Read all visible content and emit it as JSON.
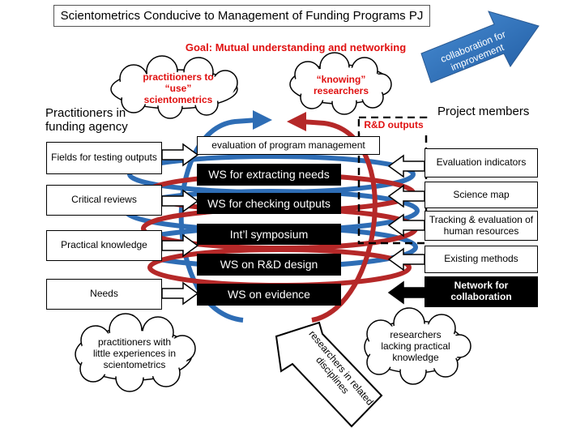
{
  "title": "Scientometrics Conducive to Management of Funding Programs PJ",
  "goal": "Goal: Mutual understanding and networking",
  "collab_arrow": "collaboration for improvement",
  "clouds": {
    "practitioners_use": "practitioners to “use” scientometrics",
    "knowing_researchers": "“knowing” researchers",
    "practitioners_little": "practitioners with little experiences in scientometrics",
    "researchers_lacking": "researchers lacking practical knowledge"
  },
  "headers": {
    "practitioners": "Practitioners in funding agency",
    "project_members": "Project members"
  },
  "rd_outputs": "R&D outputs",
  "left_boxes": [
    "Fields for testing outputs",
    "Critical reviews",
    "Practical knowledge",
    "Needs"
  ],
  "right_boxes": [
    "Evaluation indicators",
    "Science map",
    "Tracking & evaluation of human resources",
    "Existing methods",
    "Network for collaboration"
  ],
  "center": {
    "evaluation": "evaluation of program management",
    "ws_items": [
      "WS for extracting needs",
      "WS for checking outputs",
      "Int’l symposium",
      "WS on R&D design",
      "WS on evidence"
    ]
  },
  "bottom_arrow": "researchers in related disciplines",
  "colors": {
    "blue": "#2e6db5",
    "red": "#b52828",
    "title_red": "#e01010",
    "black": "#000000"
  }
}
